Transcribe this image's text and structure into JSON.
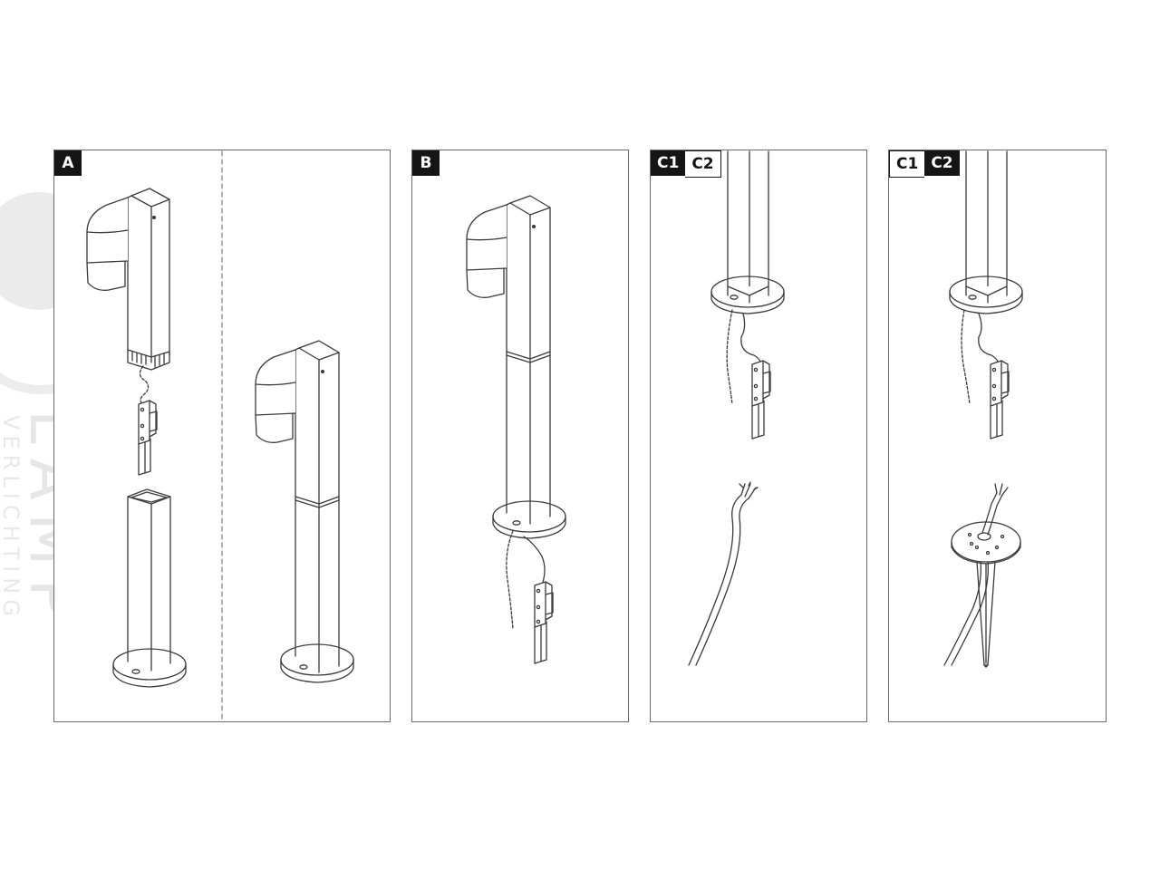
{
  "panels": [
    {
      "id": "A",
      "tags": [
        "A"
      ],
      "tag_style": [
        "dark"
      ]
    },
    {
      "id": "B",
      "tags": [
        "B"
      ],
      "tag_style": [
        "dark"
      ]
    },
    {
      "id": "C-first",
      "tags": [
        "C1",
        "C2"
      ],
      "tag_style": [
        "dark",
        "light"
      ]
    },
    {
      "id": "C-second",
      "tags": [
        "C1",
        "C2"
      ],
      "tag_style": [
        "light",
        "dark"
      ]
    }
  ],
  "watermark": {
    "logo": "LAMP",
    "sub": "VERLICHTING"
  },
  "colors": {
    "line": "#3a3a3a",
    "frame": "#6a6a6a",
    "tag_dark": "#151515",
    "watermark": "#e6e6e6"
  }
}
